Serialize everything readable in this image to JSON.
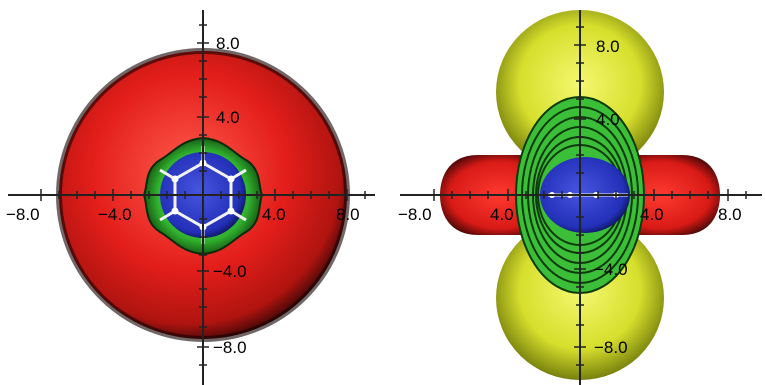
{
  "panels": [
    {
      "id": "left",
      "view": "top view",
      "labels": {
        "y_pos8": "8.0",
        "y_pos4": "4.0",
        "y_neg4": "−4.0",
        "y_neg8": "−8.0",
        "x_neg8": "−8.0",
        "x_neg4": "−4.0",
        "x_pos4": "4.0",
        "x_pos8": "8.0"
      }
    },
    {
      "id": "right",
      "view": "side view",
      "labels": {
        "y_pos8": "8.0",
        "y_pos4": "4.0",
        "y_neg4": "−4.0",
        "y_neg8": "−8.0",
        "x_neg8": "−8.0",
        "x_neg4": "4.0",
        "x_pos4": "4.0",
        "x_pos8": "8.0"
      }
    }
  ],
  "colors": {
    "shielding_red": "#e8201c",
    "shielding_yellow": "#dde63a",
    "inner_green": "#3fc03c",
    "core_blue": "#2a36c8",
    "bond_white": "#f2f2f2",
    "axis": "#222222"
  }
}
